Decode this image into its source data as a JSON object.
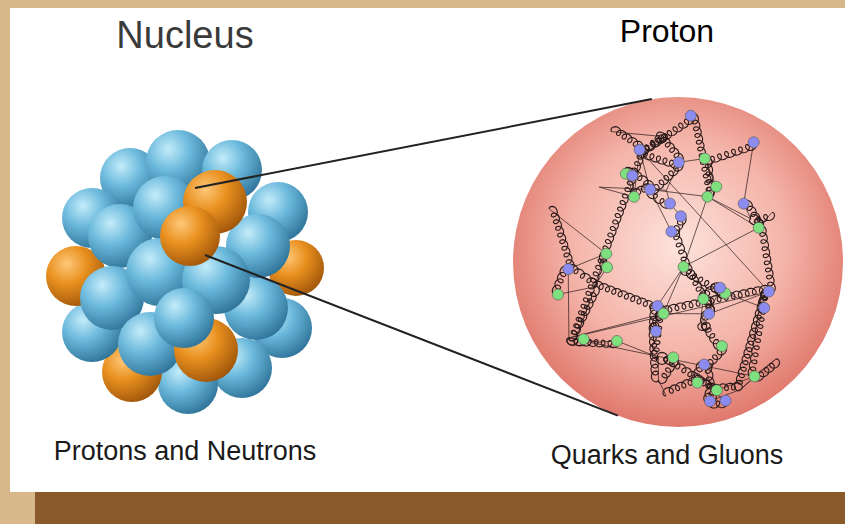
{
  "diagram": {
    "nodes": [
      {
        "text": [
          "Nucleus",
          "Protons and Neutrons"
        ]
      },
      {
        "text": [
          "Proton",
          "Quarks and Gluons"
        ]
      }
    ],
    "edges": [
      {
        "from": 0,
        "to": 1,
        "arrow": "none"
      },
      {
        "from": 0,
        "to": 1,
        "arrow": "none"
      }
    ]
  }
}
